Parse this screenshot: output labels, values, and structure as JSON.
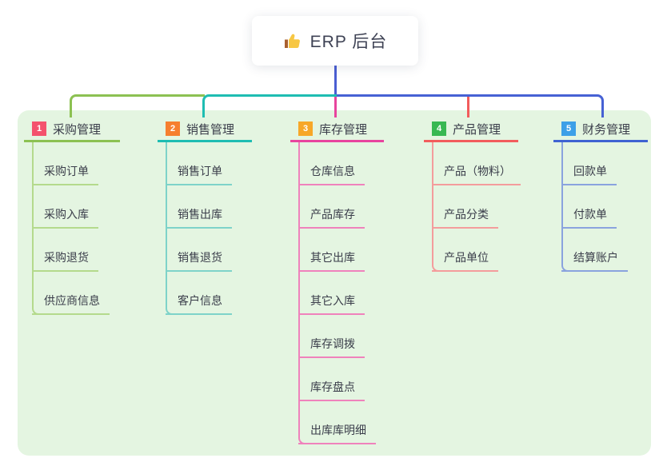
{
  "root": {
    "title": "ERP 后台",
    "icon": "thumbs-up-icon"
  },
  "panel": {
    "background": "#e4f5e1"
  },
  "connector": {
    "stem_color": "#4a5ed2",
    "green": "#8cc152",
    "teal": "#1ebdb2",
    "blue": "#4661d4",
    "pink": "#e8449e",
    "red": "#f25c5c"
  },
  "branches": [
    {
      "number": "1",
      "title": "采购管理",
      "badge_color": "#f4526d",
      "line_color": "#8cc152",
      "light_color": "#b4da8c",
      "children": [
        "采购订单",
        "采购入库",
        "采购退货",
        "供应商信息"
      ]
    },
    {
      "number": "2",
      "title": "销售管理",
      "badge_color": "#f67f2f",
      "line_color": "#1ebdb2",
      "light_color": "#7ed3c9",
      "children": [
        "销售订单",
        "销售出库",
        "销售退货",
        "客户信息"
      ]
    },
    {
      "number": "3",
      "title": "库存管理",
      "badge_color": "#f7a728",
      "line_color": "#e8449e",
      "light_color": "#ef82bc",
      "children": [
        "仓库信息",
        "产品库存",
        "其它出库",
        "其它入库",
        "库存调拨",
        "库存盘点",
        "出库库明细"
      ]
    },
    {
      "number": "4",
      "title": "产品管理",
      "badge_color": "#38b852",
      "line_color": "#f25c5c",
      "light_color": "#f49c9c",
      "children": [
        "产品（物料）",
        "产品分类",
        "产品单位"
      ]
    },
    {
      "number": "5",
      "title": "财务管理",
      "badge_color": "#3da0e8",
      "line_color": "#3f63d2",
      "light_color": "#8aa3de",
      "children": [
        "回款单",
        "付款单",
        "结算账户"
      ]
    }
  ]
}
